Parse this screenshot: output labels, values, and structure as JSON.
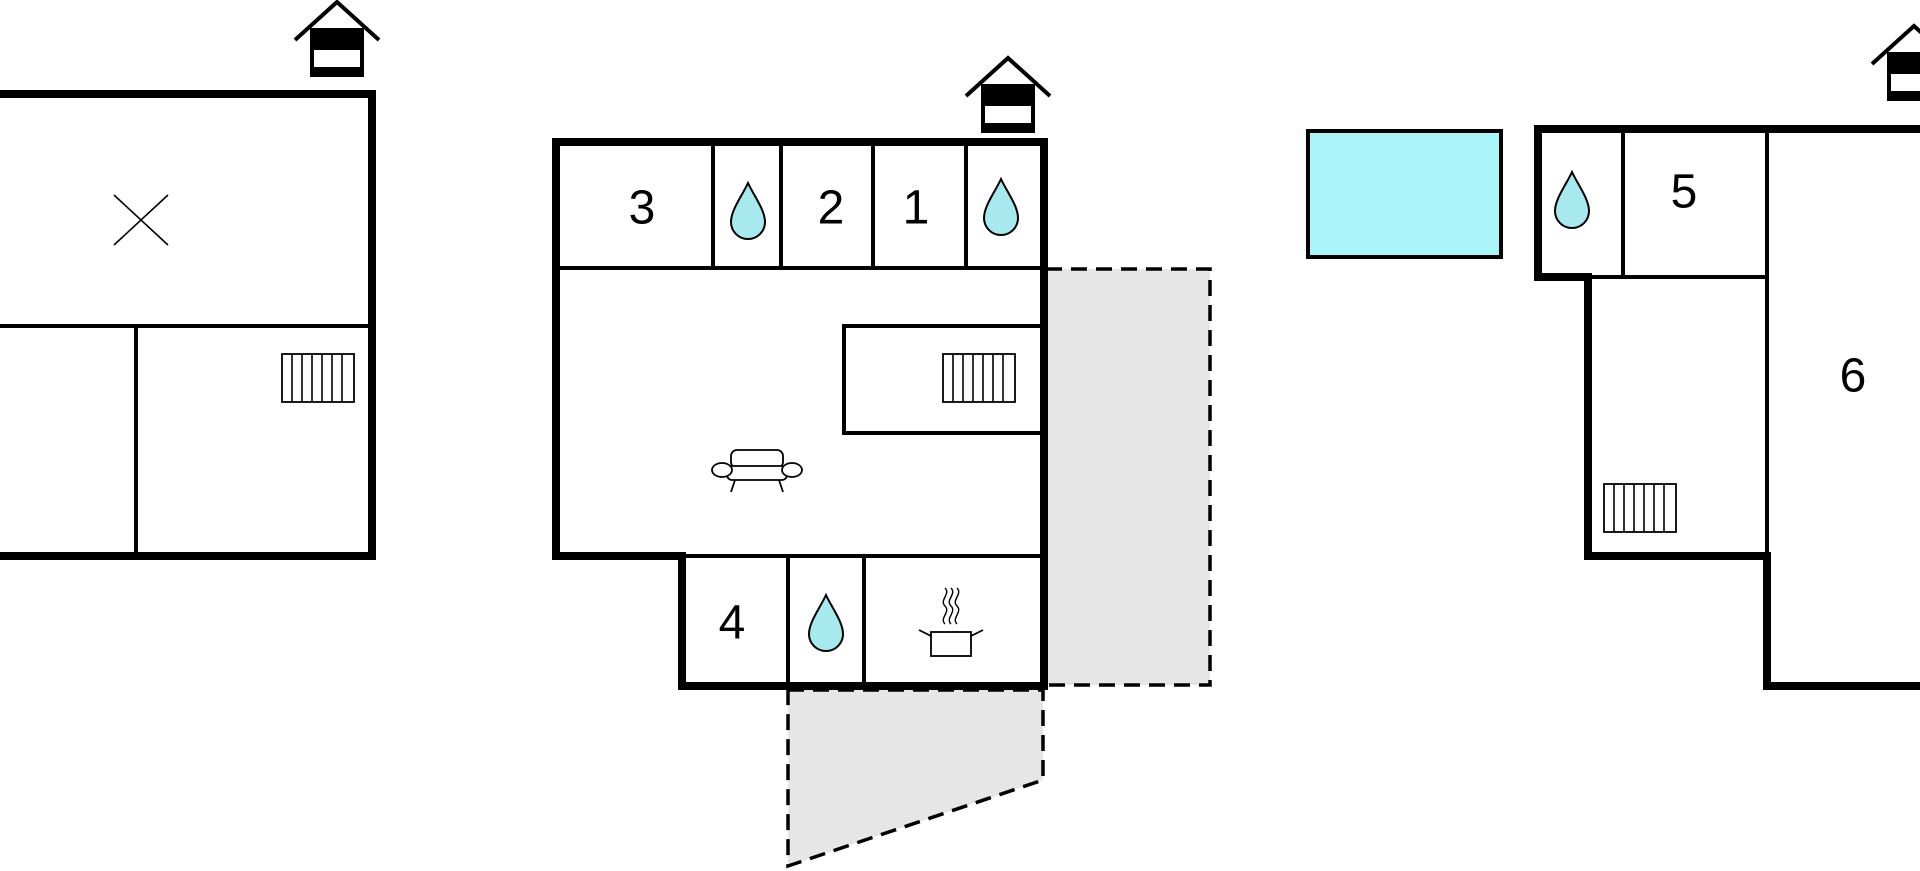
{
  "colors": {
    "wall": "#000000",
    "water": "#a8e9f0",
    "pool": "#a8f4f8",
    "terrace": "#e6e6e6",
    "background": "#ffffff"
  },
  "icons": [
    "house-entrance-icon",
    "water-drop-icon",
    "radiator-icon",
    "sofa-icon",
    "cooking-pot-icon",
    "cross-mark-icon",
    "pool-icon"
  ],
  "rooms": {
    "r1": "1",
    "r2": "2",
    "r3": "3",
    "r4": "4",
    "r5": "5",
    "r6": "6"
  }
}
